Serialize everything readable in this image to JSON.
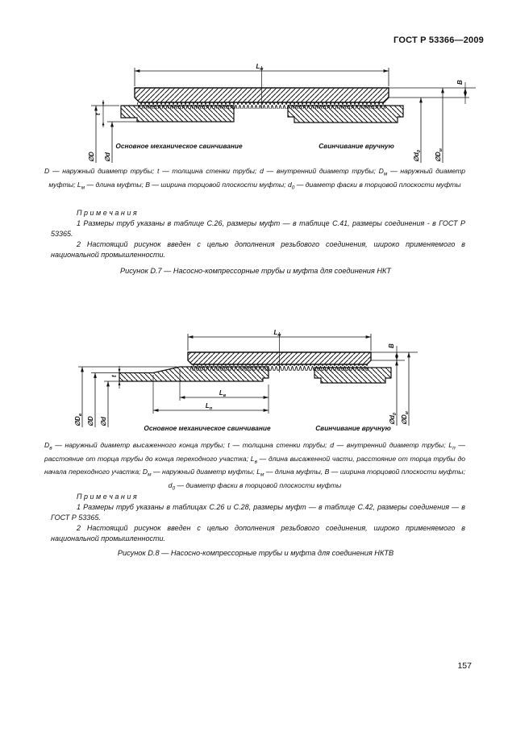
{
  "header": {
    "doc_number": "ГОСТ Р 53366—2009"
  },
  "page_number": "157",
  "fig7": {
    "dim_labels": {
      "lm": {
        "main": "L",
        "sub": "м"
      },
      "b": {
        "main": "B",
        "sub": ""
      },
      "t": {
        "main": "t",
        "sub": ""
      },
      "od": {
        "main": "∅D",
        "sub": ""
      },
      "id": {
        "main": "∅d",
        "sub": ""
      },
      "od0": {
        "main": "∅d",
        "sub": "0"
      },
      "odm": {
        "main": "∅D",
        "sub": "м"
      },
      "mech_label": "Основное механическое свинчивание",
      "hand_label": "Свинчивание вручную"
    },
    "legend": {
      "s1": "D — наружный диаметр трубы; t — толщина стенки трубы; d — внутренний диаметр трубы; D",
      "sub1": "м",
      "s2": " — наружный диаметр муфты;  L",
      "sub2": "м",
      "s3": " — длина муфты;  В — ширина торцовой  плоскости  муфты;  d",
      "sub3": "0",
      "s4": " — диаметр фаски в торцовой плоскости муфты"
    },
    "notes_heading": "П р и м е ч а н и я",
    "note1": "1 Размеры труб указаны в таблице С.26, размеры муфт — в таблице С.41, размеры соединения - в ГОСТ Р  53365.",
    "note2": "2 Настоящий рисунок введен с целью дополнения резьбового соединения, широко применяемого в национальной промышленности.",
    "caption": "Рисунок  D.7 — Насосно-компрессорные трубы и муфта для соединения НКТ"
  },
  "fig8": {
    "dim_labels": {
      "lm": {
        "main": "L",
        "sub": "м"
      },
      "b": {
        "main": "B",
        "sub": ""
      },
      "t": {
        "main": "t",
        "sub": ""
      },
      "odv": {
        "main": "∅D",
        "sub": "в"
      },
      "od": {
        "main": "∅D",
        "sub": ""
      },
      "id": {
        "main": "∅d",
        "sub": ""
      },
      "lv": {
        "main": "L",
        "sub": "в"
      },
      "lp": {
        "main": "L",
        "sub": "п"
      },
      "od0": {
        "main": "∅d",
        "sub": "0"
      },
      "odm": {
        "main": "∅D",
        "sub": "м"
      },
      "mech_label": "Основное механическое свинчивание",
      "hand_label": "Свинчивание вручную"
    },
    "legend": {
      "s1": "D",
      "sub1": "в",
      "s2": " — наружный  диаметр высаженного конца трубы;  t — толщина  стенки трубы;  d — внутренний  диаметр  трубы;  L",
      "sub2": "п",
      "s3": " — расстояние от торца трубы до конца переходного участка;  L",
      "sub3": "в",
      "s4": " — длина высаженной части, расстояние от торца трубы до начала переходного участка;  D",
      "sub4": "м",
      "s5": " — наружный диаметр муфты;  L",
      "sub5": "м",
      "s6": " — длина муфты,  В — ширина  торцовой плоскости муфты;  d",
      "sub6": "0",
      "s7": " — диаметр фаски в торцовой плоскости муфты"
    },
    "notes_heading": "П р и м е ч а н и я",
    "note1": "1 Размеры труб указаны в таблицах С.26 и С.28, размеры муфт — в таблице С.42,  размеры соединения — в ГОСТ Р  53365.",
    "note2": "2 Настоящий рисунок введен с целью дополнения резьбового соединения, широко применяемого в национальной промышленности.",
    "caption": "Рисунок  D.8 — Насосно-компрессорные трубы и муфта для соединения НКТВ"
  }
}
